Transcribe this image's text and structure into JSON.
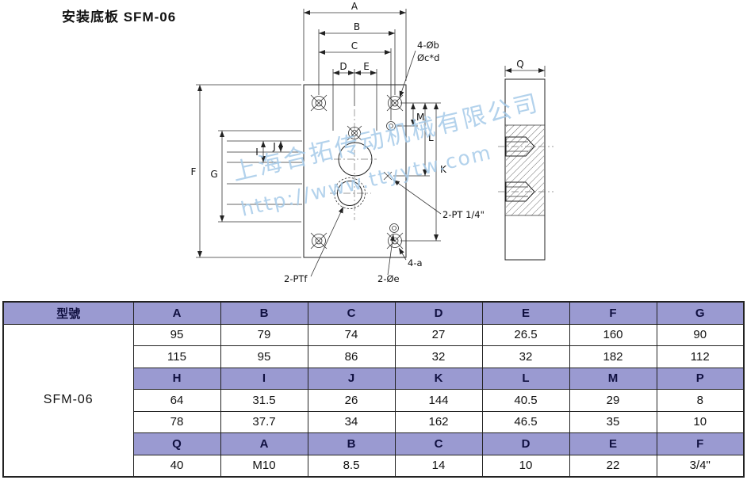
{
  "page": {
    "title": "安装底板 SFM-06"
  },
  "watermark": {
    "company": "上海合拓传动机械有限公司",
    "url": "http://www.ttyytw.com",
    "color": "#a6cbe9"
  },
  "drawing": {
    "labels": {
      "A": "A",
      "B": "B",
      "C": "C",
      "D": "D",
      "E": "E",
      "F": "F",
      "G": "G",
      "I": "I",
      "J": "J",
      "K": "K",
      "L": "L",
      "M": "M",
      "Q": "Q"
    },
    "notes": {
      "corner_holes": "4-Øb",
      "counterbore": "Øc*d",
      "side_ports": "2-PT 1/4\"",
      "small_taps": "4-a",
      "through_holes": "2-Øe",
      "bottom_port": "2-PTf"
    }
  },
  "table": {
    "header_bg": "#9a9ad1",
    "model_header": "型號",
    "model_value": "SFM-06",
    "rows": [
      {
        "type": "header",
        "cells": [
          "A",
          "B",
          "C",
          "D",
          "E",
          "F",
          "G"
        ]
      },
      {
        "type": "data",
        "cells": [
          "95",
          "79",
          "74",
          "27",
          "26.5",
          "160",
          "90"
        ]
      },
      {
        "type": "data",
        "cells": [
          "115",
          "95",
          "86",
          "32",
          "32",
          "182",
          "112"
        ]
      },
      {
        "type": "header",
        "cells": [
          "H",
          "I",
          "J",
          "K",
          "L",
          "M",
          "P"
        ]
      },
      {
        "type": "data",
        "cells": [
          "64",
          "31.5",
          "26",
          "144",
          "40.5",
          "29",
          "8"
        ]
      },
      {
        "type": "data",
        "cells": [
          "78",
          "37.7",
          "34",
          "162",
          "46.5",
          "35",
          "10"
        ]
      },
      {
        "type": "header",
        "cells": [
          "Q",
          "A",
          "B",
          "C",
          "D",
          "E",
          "F"
        ]
      },
      {
        "type": "data",
        "cells": [
          "40",
          "M10",
          "8.5",
          "14",
          "10",
          "22",
          "3/4\""
        ]
      }
    ]
  }
}
